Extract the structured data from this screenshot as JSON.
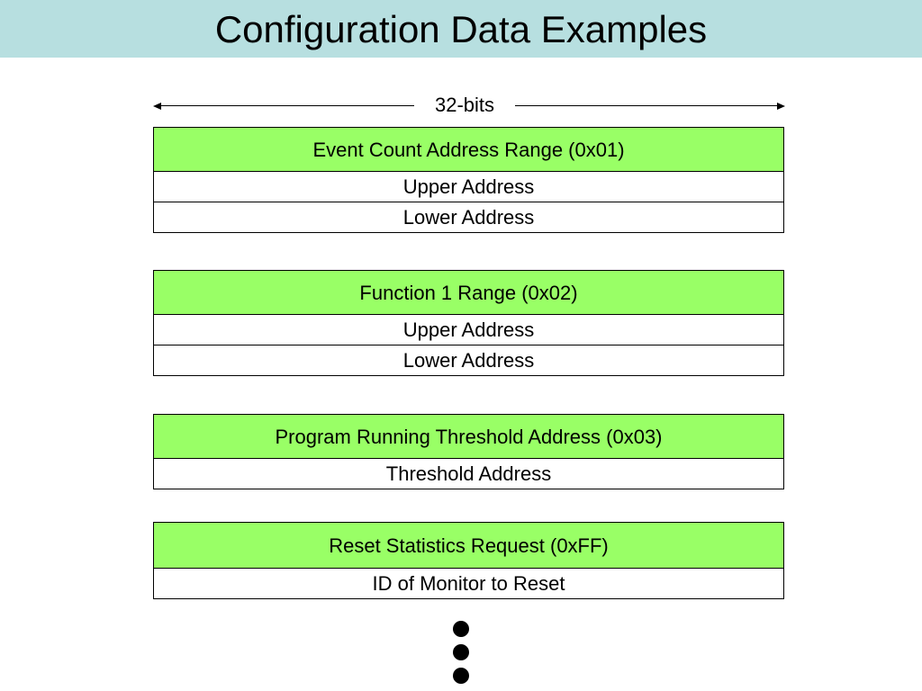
{
  "title": "Configuration Data Examples",
  "width_label": "32-bits",
  "blocks": [
    {
      "header": "Event Count Address Range (0x01)",
      "rows": [
        "Upper Address",
        "Lower Address"
      ]
    },
    {
      "header": "Function 1 Range (0x02)",
      "rows": [
        "Upper Address",
        "Lower Address"
      ]
    },
    {
      "header": "Program Running Threshold Address (0x03)",
      "rows": [
        "Threshold Address"
      ]
    },
    {
      "header": "Reset Statistics Request  (0xFF)",
      "rows": [
        "ID of Monitor to Reset"
      ]
    }
  ],
  "colors": {
    "title_band": "#b7dfe0",
    "header_fill": "#99ff66",
    "row_fill": "#ffffff",
    "border": "#000000"
  },
  "continuation": "more-entries-ellipsis-icon"
}
